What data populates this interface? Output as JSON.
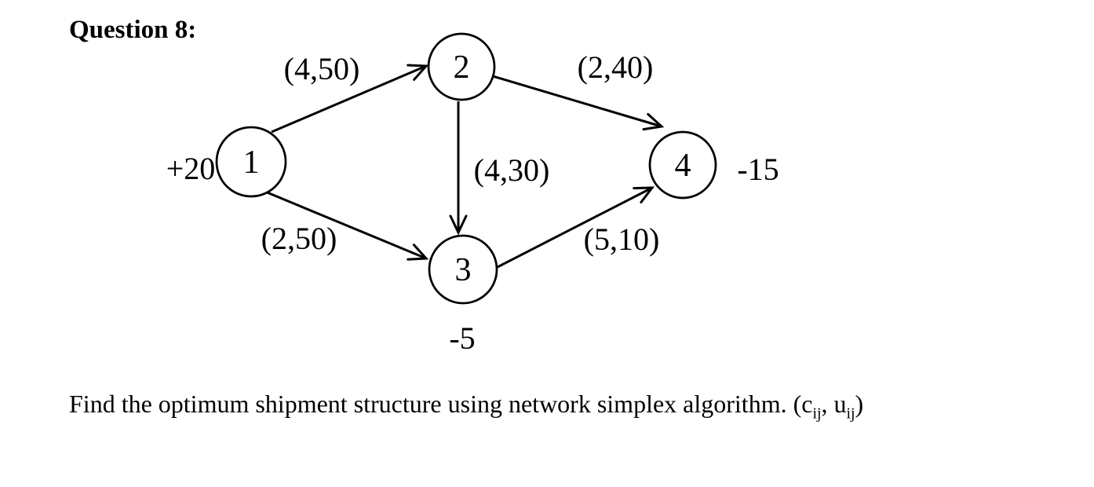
{
  "title": "Question 8:",
  "diagram": {
    "nodes": [
      {
        "label": "1",
        "supply": "+20"
      },
      {
        "label": "2"
      },
      {
        "label": "3",
        "supply": "-5"
      },
      {
        "label": "4",
        "supply": "-15"
      }
    ],
    "edges": [
      {
        "from": "1",
        "to": "2",
        "label": "(4,50)"
      },
      {
        "from": "2",
        "to": "4",
        "label": "(2,40)"
      },
      {
        "from": "2",
        "to": "3",
        "label": "(4,30)"
      },
      {
        "from": "1",
        "to": "3",
        "label": "(2,50)"
      },
      {
        "from": "3",
        "to": "4",
        "label": "(5,10)"
      }
    ],
    "colors": {
      "ink": "#000000",
      "background": "#ffffff"
    }
  },
  "instruction": {
    "part1": "Find the optimum shipment structure using network simplex algorithm. (c",
    "sub1": "ij",
    "part2": ", u",
    "sub2": "ij",
    "part3": ")"
  }
}
